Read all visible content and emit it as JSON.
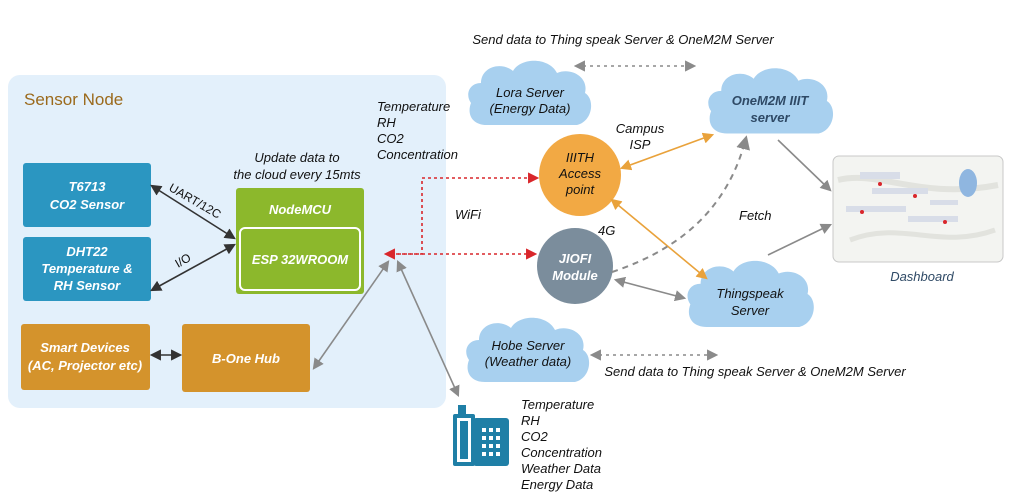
{
  "sensor_node": {
    "title": "Sensor Node"
  },
  "t6713": {
    "line1": "T6713",
    "line2": "CO2 Sensor"
  },
  "dht22": {
    "line1": "DHT22",
    "line2": "Temperature &",
    "line3": "RH Sensor"
  },
  "smart_devices": {
    "line1": "Smart Devices",
    "line2": "(AC, Projector etc)"
  },
  "bone_hub": {
    "label": "B-One Hub"
  },
  "nodemcu": {
    "label": "NodeMCU",
    "esp_label": "ESP 32WROOM"
  },
  "update_note": {
    "line1": "Update data to",
    "line2": "the cloud every 15mts"
  },
  "link_uart": "UART/12C",
  "link_io": "I/O",
  "sensor_values": {
    "line1": "Temperature",
    "line2": "RH",
    "line3": "CO2",
    "line4": "Concentration"
  },
  "wifi_label": "WiFi",
  "lte_label": "4G",
  "access_point": {
    "line1": "IIITH",
    "line2": "Access",
    "line3": "point"
  },
  "jiofi": {
    "line1": "JIOFI",
    "line2": "Module"
  },
  "campus_isp": {
    "line1": "Campus",
    "line2": "ISP"
  },
  "lora_server": {
    "line1": "Lora Server",
    "line2": "(Energy Data)"
  },
  "onem2m_server": {
    "line1": "OneM2M IIIT",
    "line2": "server"
  },
  "thingspeak_server": {
    "line1": "Thingspeak",
    "line2": "Server"
  },
  "hobe_server": {
    "line1": "Hobe Server",
    "line2": "(Weather data)"
  },
  "send_top": "Send data to Thing speak Server & OneM2M Server",
  "send_bottom": "Send data to Thing speak Server & OneM2M Server",
  "fetch_label": "Fetch",
  "dashboard_label": "Dashboard",
  "building_data": {
    "line1": "Temperature",
    "line2": "RH",
    "line3": "CO2",
    "line4": "Concentration",
    "line5": "Weather Data",
    "line6": "Energy Data"
  },
  "colors": {
    "sensor_panel": "#e3f0fb",
    "sensor_box": "#2b96c1",
    "node_green": "#8cb82c",
    "hub_orange": "#d4932c",
    "access_point": "#f2a944",
    "jiofi": "#7b8d9c",
    "cloud": "#a8d0ef",
    "arrow_red": "#d9262b",
    "arrow_orange": "#e9a23b",
    "arrow_gray": "#8a8a8a",
    "building": "#1f7fa6"
  }
}
